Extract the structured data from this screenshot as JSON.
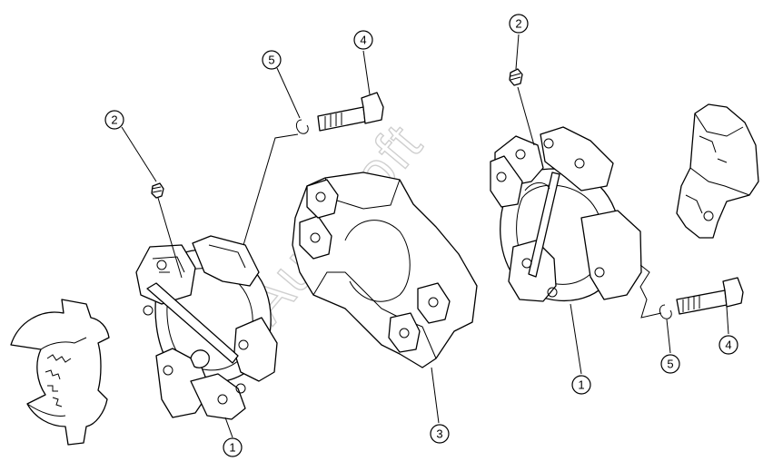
{
  "diagram": {
    "callouts": [
      {
        "id": "c1a",
        "label": "1"
      },
      {
        "id": "c1b",
        "label": "1"
      },
      {
        "id": "c2a",
        "label": "2"
      },
      {
        "id": "c2b",
        "label": "2"
      },
      {
        "id": "c3",
        "label": "3"
      },
      {
        "id": "c4a",
        "label": "4"
      },
      {
        "id": "c4b",
        "label": "4"
      },
      {
        "id": "c5a",
        "label": "5"
      },
      {
        "id": "c5b",
        "label": "5"
      }
    ],
    "watermark": "AutoSoft"
  }
}
